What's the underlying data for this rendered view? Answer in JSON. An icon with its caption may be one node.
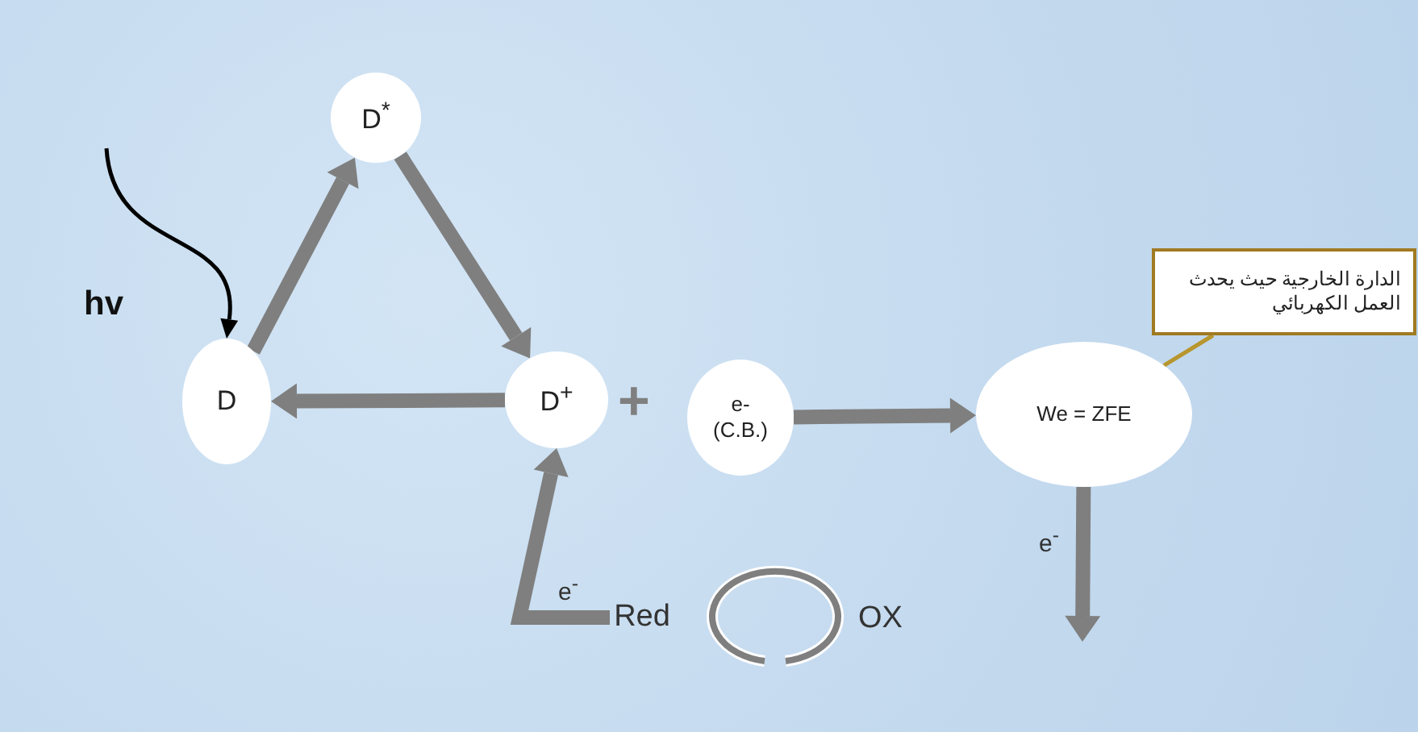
{
  "diagram": {
    "nodes": [
      {
        "text": [
          "D"
        ]
      },
      {
        "text": [
          "D$^{*}$"
        ]
      },
      {
        "text": [
          "D$^{+}$"
        ]
      },
      {
        "text": [
          "e- (C.B.)"
        ]
      },
      {
        "text": [
          "We = ZFE"
        ]
      },
      {
        "text": [
          "الدارة الخارجية حيث يحدث العمل الكهربائي"
        ]
      },
      {
        "text": [
          "Red"
        ]
      }
    ],
    "edges": [
      {
        "from": 0,
        "to": 1,
        "arrow": "to"
      },
      {
        "from": 1,
        "to": 2,
        "arrow": "to"
      },
      {
        "from": 2,
        "to": 0,
        "arrow": "to"
      },
      {
        "from": 3,
        "to": 4,
        "arrow": "to"
      },
      {
        "from": 4,
        "to": null,
        "arrow": "to",
        "label": "e$^{-}$"
      },
      {
        "from": 6,
        "to": 2,
        "arrow": "to",
        "label": "e$^{-}$"
      },
      {
        "from": 5,
        "to": 4,
        "arrow": "none",
        "color": "#b8962e"
      },
      {
        "from": null,
        "to": 0,
        "arrow": "to",
        "color": "#000000",
        "label": "hv"
      }
    ],
    "labels": [
      "+",
      "OX"
    ]
  }
}
